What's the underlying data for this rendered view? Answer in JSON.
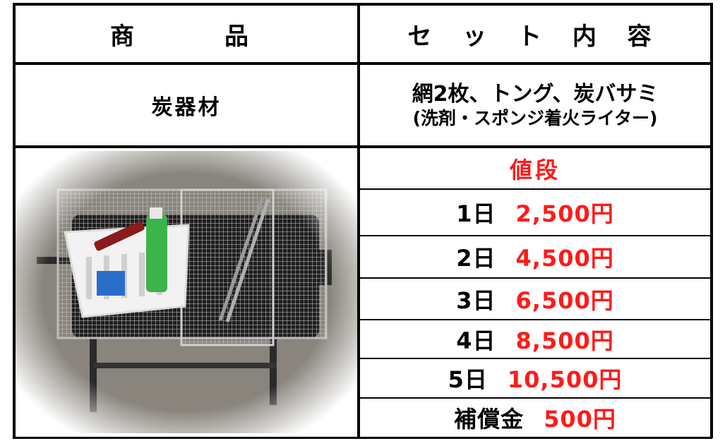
{
  "header": {
    "product_label": "商　　品",
    "set_label": "セ ッ ト 内 容"
  },
  "item": {
    "name": "炭器材",
    "contents_line1": "網2枚、トング、炭バサミ",
    "contents_line2": "(洗剤・スポンジ着火ライター)"
  },
  "price": {
    "title": "値段",
    "rows": [
      {
        "day": "1日",
        "price": "2,500円"
      },
      {
        "day": "2日",
        "price": "4,500円"
      },
      {
        "day": "3日",
        "price": "6,500円"
      },
      {
        "day": "4日",
        "price": "8,500円"
      },
      {
        "day": "5日",
        "price": "10,500円"
      }
    ],
    "compensation_label": "補償金",
    "compensation_price": "500円"
  },
  "photo": {
    "icon": "bbq-grill-photo"
  },
  "colors": {
    "accent": "#ff1a1a",
    "border": "#000000"
  }
}
